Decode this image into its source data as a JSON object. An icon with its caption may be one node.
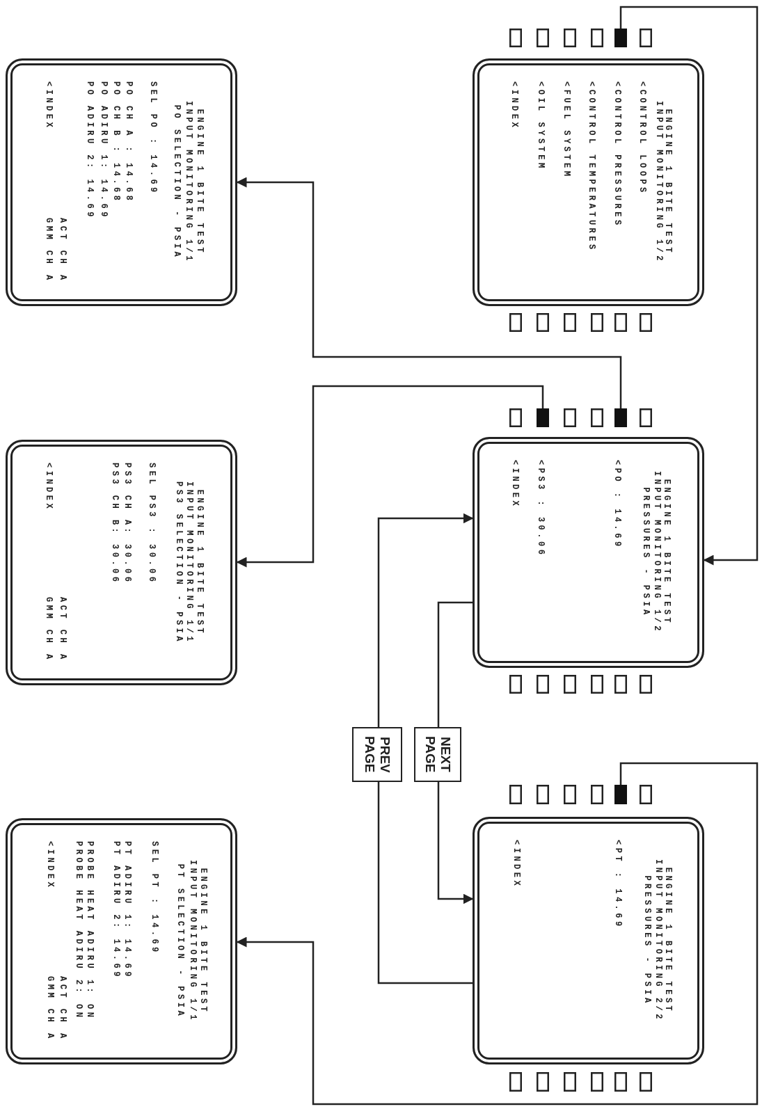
{
  "diagram": {
    "nodes": [
      {
        "text": [],
        "shape": "box"
      },
      {
        "text": [
          "ENGINE 1 BITE TEST",
          "INPUT MONITORING 1/2",
          "<CONTROL LOOPS",
          "<CONTROL PRESSURES",
          "<CONTROL TEMPERATURES",
          "<FUEL SYSTEM",
          "<OIL SYSTEM",
          "<INDEX"
        ]
      },
      {
        "text": [
          "ENGINE 1 BITE TEST",
          "INPUT MONITORING 1/1",
          "PO SELECTION - PSIA",
          "SEL PO : 14.69",
          "PO CH A : 14.68",
          "PO CH B : 14.68",
          "PO ADIRU 1: 14.69",
          "PO ADIRU 2: 14.69",
          "ACT CH A",
          "GMM CH A",
          "<INDEX"
        ]
      },
      {
        "text": [],
        "shape": "box"
      },
      {
        "text": [],
        "shape": "box"
      },
      {
        "text": [
          "ENGINE 1 BITE TEST",
          "INPUT MONITORING 1/2",
          "PRESSURES - PSIA",
          "<PO : 14.69",
          "<PS3 : 30.06",
          "<INDEX"
        ]
      },
      {
        "text": [
          "ENGINE 1 BITE TEST",
          "INPUT MONITORING 1/1",
          "PS3 SELECTION - PSIA",
          "SEL PS3 : 30.06",
          "PS3 CH A: 30.06",
          "PS3 CH B: 30.06",
          "ACT CH A",
          "GMM CH A",
          "<INDEX"
        ]
      },
      {
        "text": [
          "PREV PAGE"
        ]
      },
      {
        "text": [
          "NEXT PAGE"
        ]
      },
      {
        "text": [],
        "shape": "box"
      },
      {
        "text": [
          "ENGINE 1 BITE TEST",
          "INPUT MONITORING 2/2",
          "PRESSURES - PSIA",
          "<PT : 14.69",
          "<INDEX"
        ]
      },
      {
        "text": [
          "ENGINE 1 BITE TEST",
          "INPUT MONITORING 1/1",
          "PT SELECTION - PSIA",
          "SEL PT : 14.69",
          "PT ADIRU 1: 14.69",
          "PT ADIRU 2: 14.69",
          "PROBE HEAT ADIRU 1: ON",
          "PROBE HEAT ADIRU 2: ON",
          "ACT CH A",
          "GMM CH A",
          "<INDEX"
        ]
      }
    ],
    "edges": [
      {
        "from": 0,
        "to": 5,
        "arrow": "to"
      },
      {
        "from": 4,
        "to": 2,
        "arrow": "to"
      },
      {
        "from": 3,
        "to": 6,
        "arrow": "to"
      },
      {
        "from": 9,
        "to": 11,
        "arrow": "to"
      },
      {
        "from": 10,
        "to": 7,
        "arrow": "none"
      },
      {
        "from": 7,
        "to": 5,
        "arrow": "to"
      },
      {
        "from": 5,
        "to": 8,
        "arrow": "none"
      },
      {
        "from": 8,
        "to": 10,
        "arrow": "to"
      }
    ]
  }
}
